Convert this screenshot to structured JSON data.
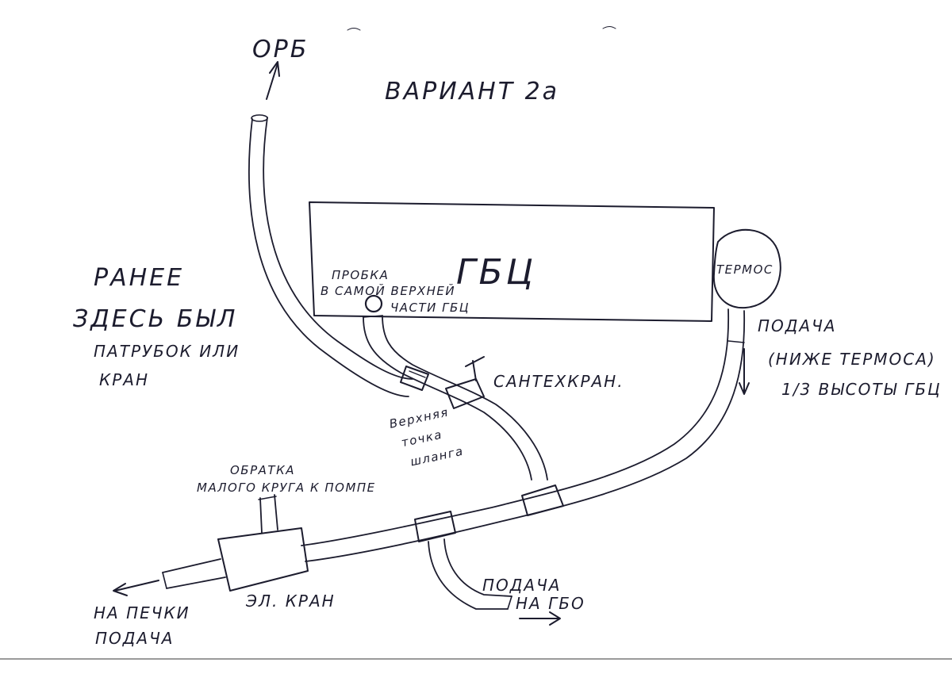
{
  "title": "ВАРИАНТ 2а",
  "labels": {
    "orb": "ОРБ",
    "gbc": "ГБЦ",
    "termos": "ТЕРМОС",
    "probka_line1": "ПРОБКА",
    "probka_line2": "В САМОЙ ВЕРХНЕЙ",
    "probka_line3": "ЧАСТИ ГБЦ",
    "santehkran": "САНТЕХКРАН.",
    "ranee_line1": "РАНЕЕ",
    "ranee_line2": "ЗДЕСЬ БЫЛ",
    "ranee_line3": "ПАТРУБОК ИЛИ",
    "ranee_line4": "КРАН",
    "podacha_right_line1": "ПОДАЧА",
    "podacha_right_line2": "(НИЖЕ ТЕРМОСА)",
    "podacha_right_line3": "1/3 ВЫСОТЫ ГБЦ",
    "verhnyaya_line1": "Верхняя",
    "verhnyaya_line2": "точка",
    "verhnyaya_line3": "шланга",
    "obratka_line1": "ОБРАТКА",
    "obratka_line2": "МАЛОГО КРУГА К ПОМПЕ",
    "el_kran": "ЭЛ. КРАН",
    "na_pechki_line1": "НА ПЕЧКИ",
    "na_pechki_line2": "ПОДАЧА",
    "podacha_gbo_line1": "ПОДАЧА",
    "podacha_gbo_line2": "НА ГБО"
  }
}
